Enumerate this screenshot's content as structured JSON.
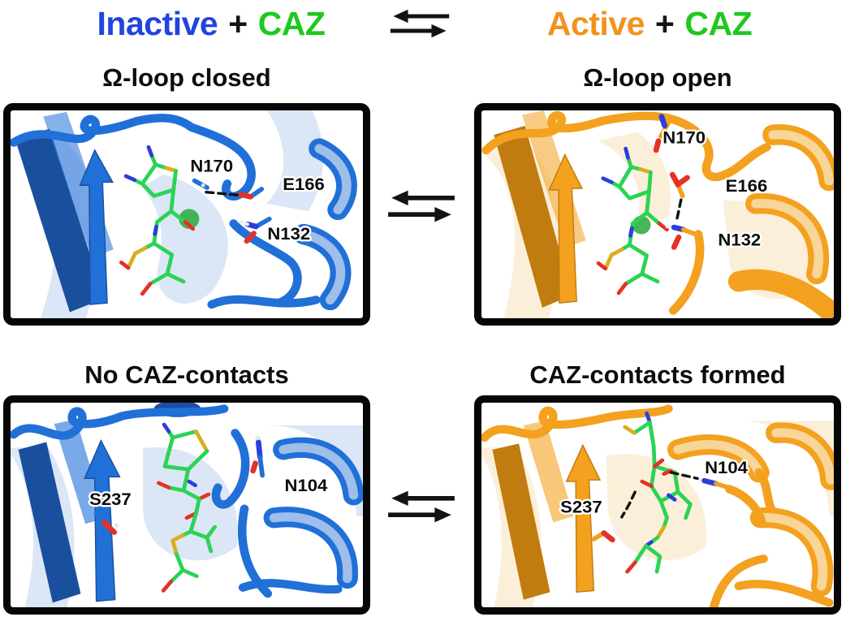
{
  "header": {
    "left_equation": {
      "state": "Inactive",
      "plus": "+",
      "ligand": "CAZ"
    },
    "right_equation": {
      "state": "Active",
      "plus": "+",
      "ligand": "CAZ"
    }
  },
  "panels": {
    "top_left": {
      "title": "Ω-loop closed",
      "labels": {
        "a": "N170",
        "b": "E166",
        "c": "N132"
      }
    },
    "top_right": {
      "title": "Ω-loop open",
      "labels": {
        "a": "N170",
        "b": "E166",
        "c": "N132"
      }
    },
    "bottom_left": {
      "title": "No CAZ-contacts",
      "labels": {
        "a": "S237",
        "b": "N104"
      }
    },
    "bottom_right": {
      "title": "CAZ-contacts formed",
      "labels": {
        "a": "S237",
        "b": "N104"
      }
    }
  },
  "icons": {
    "equilibrium_arrows": "reversible-reaction-double-arrow"
  },
  "colors": {
    "inactive_blue": "#2244dd",
    "active_orange": "#f2921d",
    "caz_green": "#1fc81f",
    "title_black": "#0d0d0d",
    "protein_blue": "#2070d8",
    "protein_blue_dark": "#1a4f9e",
    "protein_blue_light": "#aac4ea",
    "protein_orange": "#f3a11f",
    "protein_orange_dark": "#c07c0e",
    "protein_orange_light": "#f8d9a4",
    "ligand_green": "#2bd355",
    "sulfur_yellow": "#d9ae1e",
    "atom_red": "#e53126",
    "atom_nitrogen_blue": "#2b3fd9",
    "hydrogen_white": "#f0f0f0",
    "bond_black": "#111111",
    "panel_border_black": "#070707"
  }
}
